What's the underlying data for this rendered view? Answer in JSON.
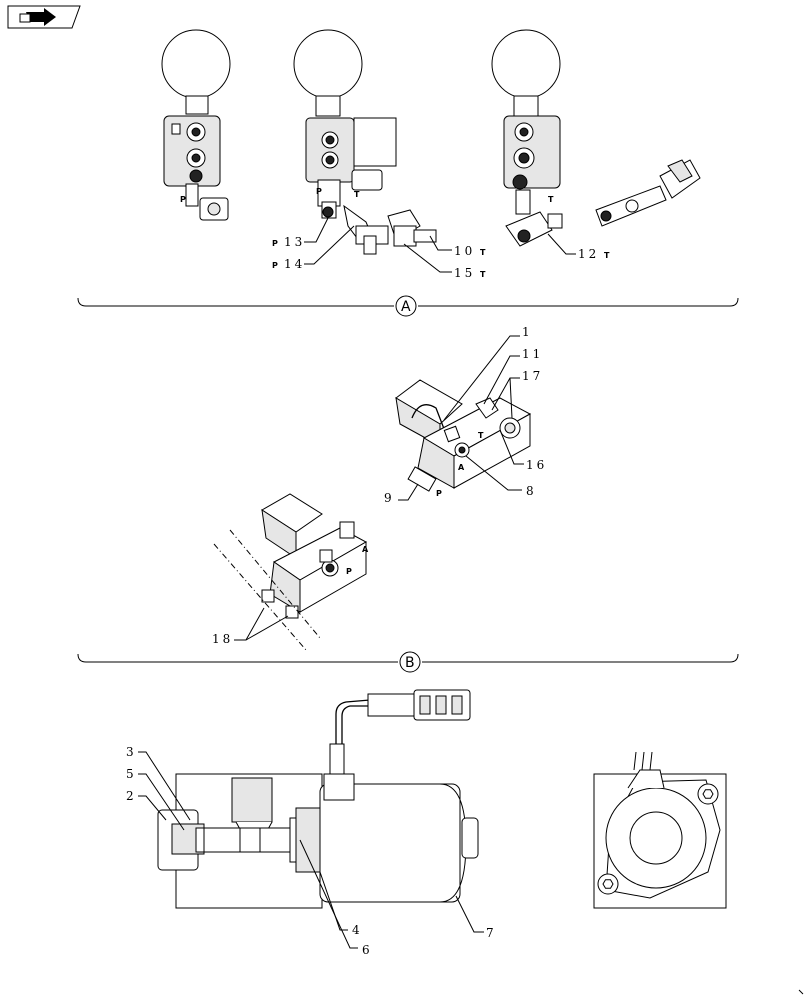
{
  "callouts": {
    "c1": "1",
    "c2": "2",
    "c3": "3",
    "c4": "4",
    "c5": "5",
    "c6": "6",
    "c7": "7",
    "c8": "8",
    "c9": "9",
    "c10": "10",
    "c11": "11",
    "c12": "12",
    "c13": "13",
    "c14": "14",
    "c15": "15",
    "c16": "16",
    "c17": "17",
    "c18": "18"
  },
  "port_labels": {
    "p": "P",
    "t": "T",
    "a": "A"
  },
  "sections": {
    "a": "A",
    "b": "B"
  },
  "nav_icon": "next-page-arrow-icon"
}
